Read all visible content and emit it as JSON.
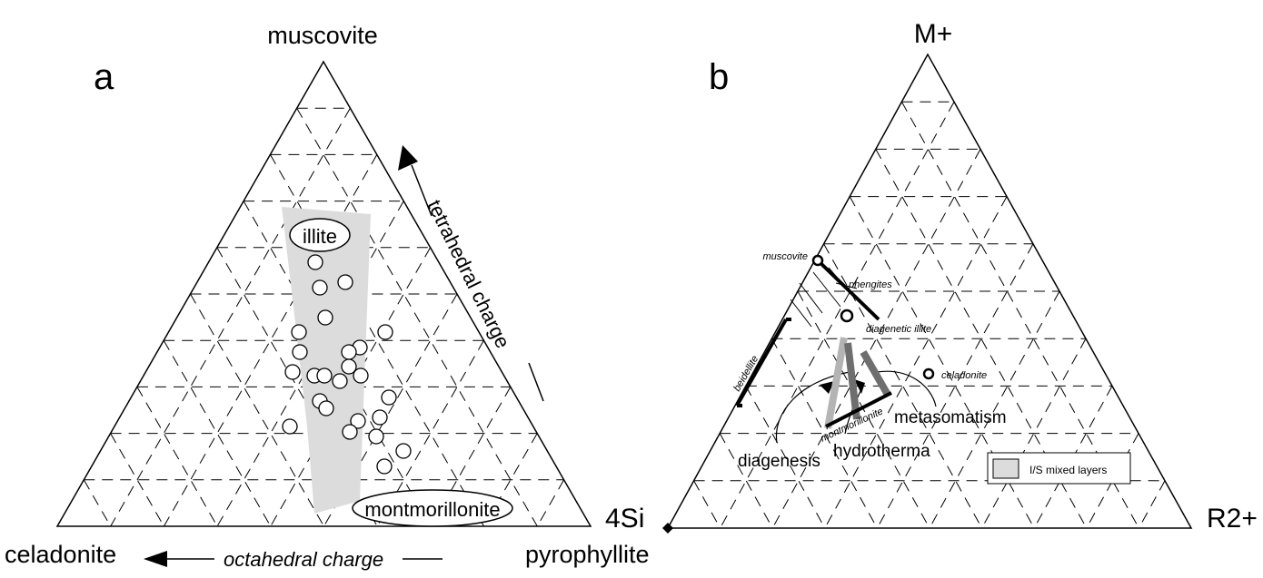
{
  "panel_a": {
    "letter": "a",
    "apex_top": "muscovite",
    "apex_left": "celadonite",
    "apex_right": "pyrophyllite",
    "arrow_right_label": "tetrahedral charge",
    "arrow_bottom_label": "octahedral charge",
    "label_illite": "illite",
    "label_montmorillonite": "montmorillonite",
    "field_color": "#dcdcdc"
  },
  "panel_b": {
    "letter": "b",
    "apex_top": "M+",
    "apex_left": "4Si",
    "apex_right": "R2+",
    "label_muscovite": "muscovite",
    "label_phengites": "phengites",
    "label_diagenetic_illite": "diagenetic illite",
    "label_beidellite": "beidellite",
    "label_celadonite": "celadonite",
    "label_montmorillonite": "montmorillonite",
    "label_metasomatism": "metasomatism",
    "label_hydrotherma": "hydrotherma",
    "label_diagenesis": "diagenesis",
    "legend_label": "I/S mixed layers",
    "colors": {
      "light_bar": "#b4b4b4",
      "dark_bar": "#6e6e6e",
      "legend_fill": "#dcdcdc"
    }
  }
}
